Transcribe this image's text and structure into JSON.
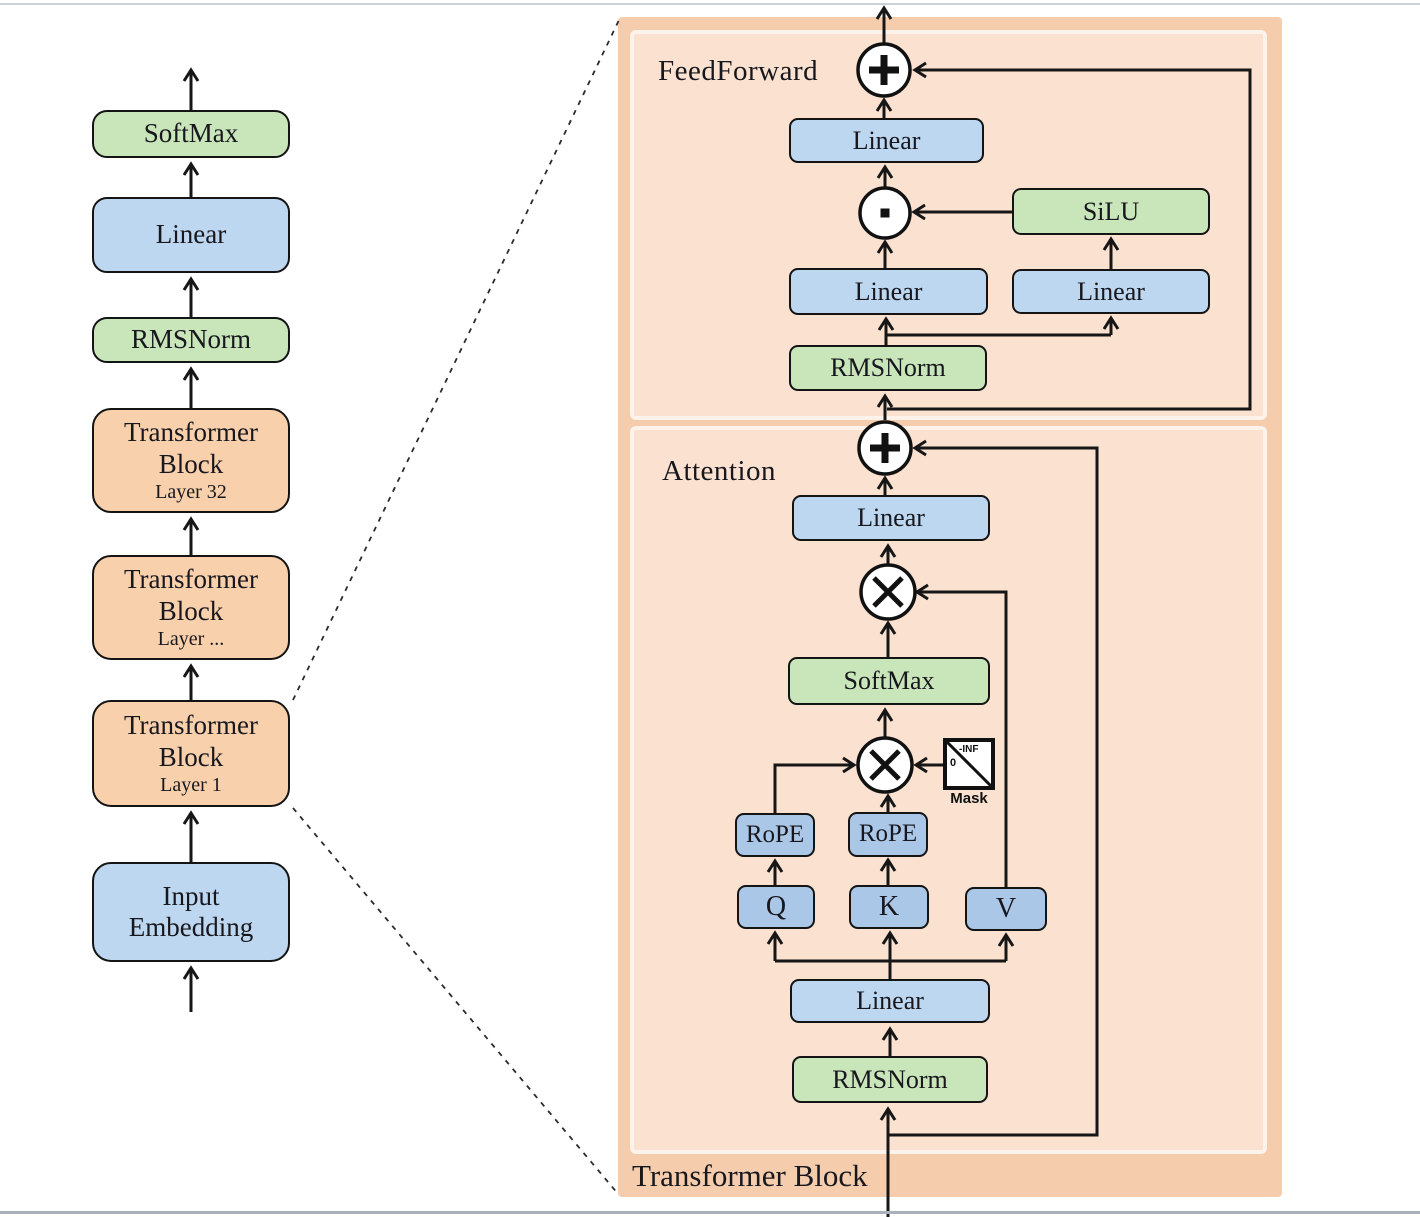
{
  "left": {
    "softmax": "SoftMax",
    "linear": "Linear",
    "rmsnorm": "RMSNorm",
    "tb32": {
      "line1": "Transformer",
      "line2": "Block",
      "line3": "Layer 32"
    },
    "tbdots": {
      "line1": "Transformer",
      "line2": "Block",
      "line3": "Layer ..."
    },
    "tb1": {
      "line1": "Transformer",
      "line2": "Block",
      "line3": "Layer 1"
    },
    "embedding": {
      "line1": "Input",
      "line2": "Embedding"
    }
  },
  "panel": {
    "title": "Transformer Block",
    "ff": {
      "label": "FeedForward",
      "linear_top": "Linear",
      "silu": "SiLU",
      "linear_left": "Linear",
      "linear_right": "Linear",
      "rmsnorm": "RMSNorm"
    },
    "attn": {
      "label": "Attention",
      "linear_out": "Linear",
      "softmax": "SoftMax",
      "mask": {
        "neg_inf": "-INF",
        "zero": "0",
        "label": "Mask"
      },
      "rope_q": "RoPE",
      "rope_k": "RoPE",
      "q": "Q",
      "k": "K",
      "v": "V",
      "linear_in": "Linear",
      "rmsnorm": "RMSNorm"
    }
  },
  "colors": {
    "panel_outer": "#f5cdad",
    "panel_inner": "#fae1d0",
    "box_blue": "#bdd7f0",
    "box_blue_small": "#abc7e8",
    "box_green": "#c9e5ba",
    "box_orange": "#f8d0ac",
    "wire": "#161616"
  }
}
